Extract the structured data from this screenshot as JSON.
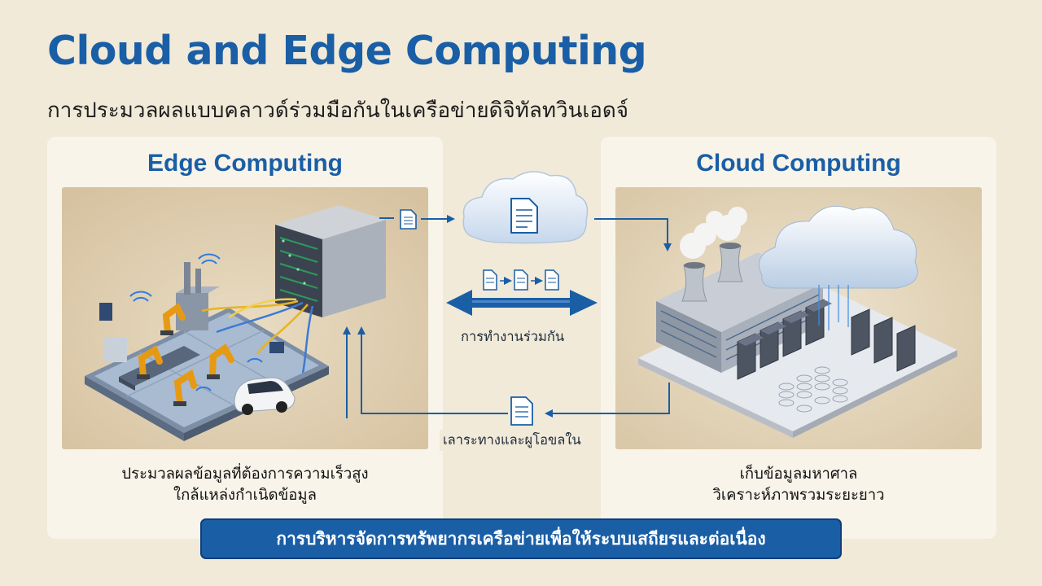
{
  "header": {
    "title": "Cloud and Edge Computing",
    "subtitle": "การประมวลผลแบบคลาวด์ร่วมมือกันในเครือข่ายดิจิทัลทวินเอดจ์"
  },
  "edge": {
    "title": "Edge Computing",
    "caption_line1": "ประมวลผลข้อมูลที่ต้องการความเร็วสูง",
    "caption_line2": "ใกล้แหล่งกำเนิดข้อมูล"
  },
  "cloud": {
    "title": "Cloud Computing",
    "caption_line1": "เก็บข้อมูลมหาศาล",
    "caption_line2": "วิเคราะห์ภาพรวมระยะยาว"
  },
  "flow": {
    "collab_label": "การทำงานร่วมกัน",
    "send_label": "เลาระทางและผูโอขลใน"
  },
  "footer": {
    "banner": "การบริหารจัดการทรัพยากรเครือข่ายเพื่อให้ระบบเสถียรและต่อเนื่อง"
  },
  "colors": {
    "accent": "#1a5ea6",
    "background": "#f1ead9",
    "panel": "#f8f4ea"
  },
  "icons": [
    "document-icon",
    "cloud-icon",
    "server-rack-icon",
    "factory-icon",
    "robot-arm-icon",
    "car-icon",
    "wifi-icon",
    "data-center-icon",
    "database-icon"
  ]
}
